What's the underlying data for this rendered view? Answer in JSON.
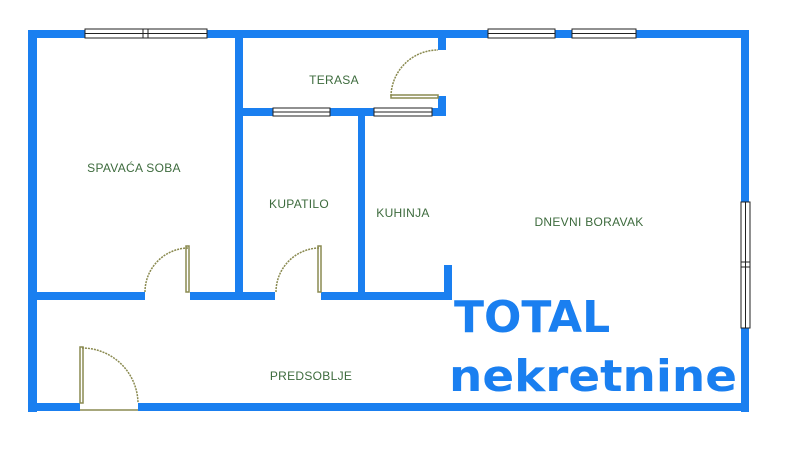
{
  "rooms": {
    "terasa": "TERASA",
    "spavaca_soba": "SPAVAĆA SOBA",
    "kupatilo": "KUPATILO",
    "kuhinja": "KUHINJA",
    "dnevni_boravak": "DNEVNI BORAVAK",
    "predsoblje": "PREDSOBLJE"
  },
  "watermark": {
    "line1": "TOTAL",
    "line2": "nekretnine"
  },
  "colors": {
    "wall": "#1a7ff0",
    "door": "#8a8a50",
    "label": "#3d6b3d"
  }
}
